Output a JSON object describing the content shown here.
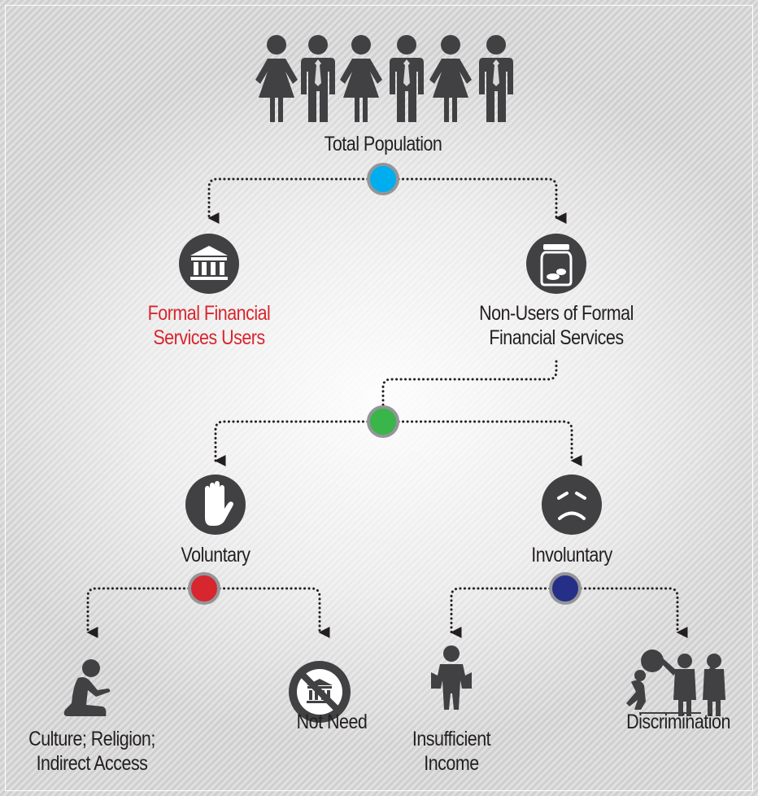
{
  "nodes": {
    "total_population": {
      "label": "Total Population"
    },
    "formal_users": {
      "label": "Formal Financial\nServices Users"
    },
    "non_users": {
      "label": "Non-Users of Formal\nFinancial Services"
    },
    "voluntary": {
      "label": "Voluntary"
    },
    "involuntary": {
      "label": "Involuntary"
    },
    "culture": {
      "label": "Culture; Religion;\nIndirect Access"
    },
    "not_need": {
      "label": "Not Need"
    },
    "insufficient_income": {
      "label": "Insufficient\nIncome"
    },
    "discrimination": {
      "label": "Discrimination"
    }
  },
  "colors": {
    "icon": "#414042",
    "text": "#231f20",
    "highlight_text": "#d7262e",
    "junction_blue": "#00aeef",
    "junction_green": "#39b54a",
    "junction_red": "#d7262e",
    "junction_navy": "#262f87"
  },
  "icons": {
    "population": [
      "woman-icon",
      "man-icon",
      "woman-icon",
      "man-icon",
      "woman-icon",
      "man-icon"
    ],
    "formal_users": "bank-icon",
    "non_users": "money-jar-icon",
    "voluntary": "raised-hand-icon",
    "involuntary": "sad-face-icon",
    "culture": "kneeling-prayer-icon",
    "not_need": "no-bank-icon",
    "insufficient_income": "empty-pockets-icon",
    "discrimination": "discrimination-icon"
  }
}
